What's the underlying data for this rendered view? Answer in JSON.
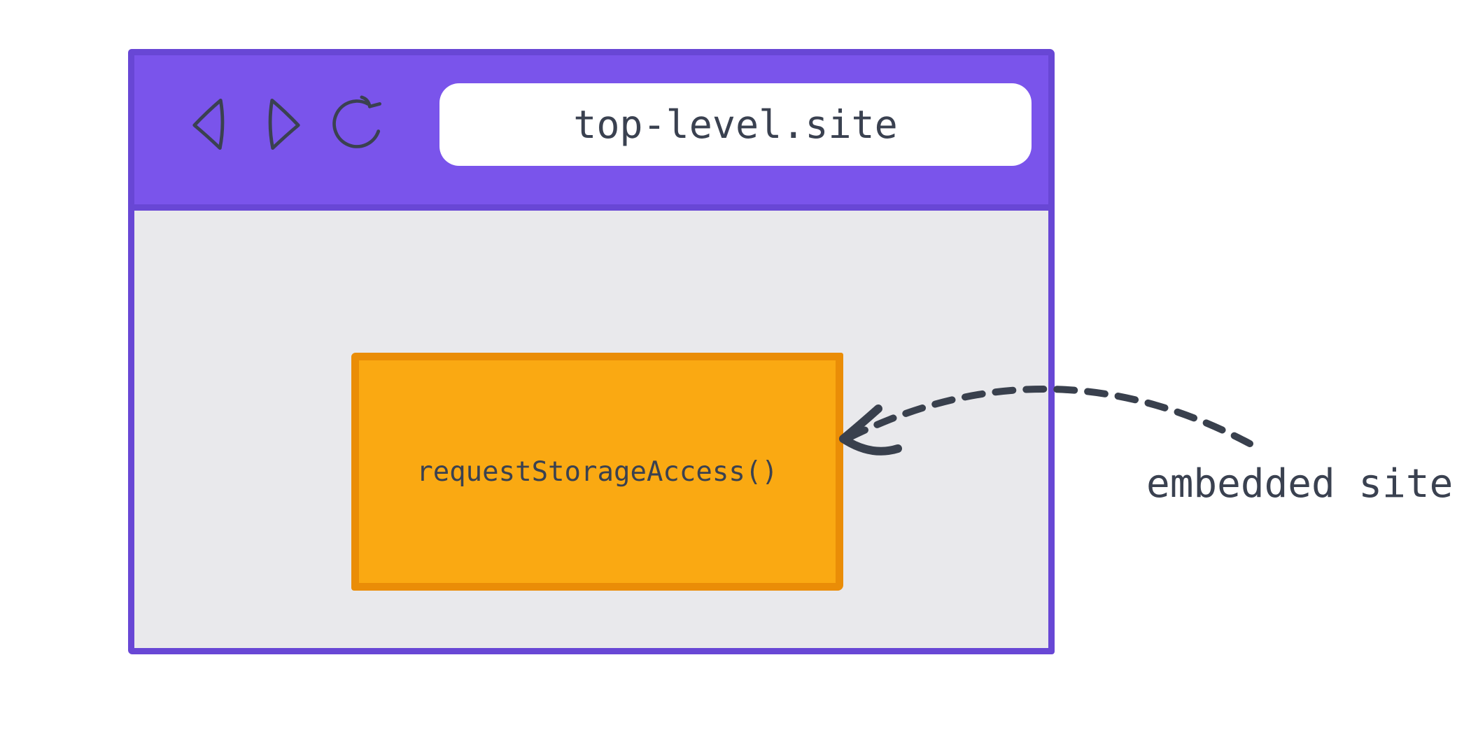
{
  "colors": {
    "toolbar-purple": "#7A54EB",
    "window-border-purple": "#6847D5",
    "content-gray": "#E9E9EC",
    "iframe-orange": "#FAA912",
    "iframe-border-orange": "#EA8D07",
    "ink": "#3A4150",
    "address-bar-bg": "#FFFFFF",
    "page-bg": "#FFFFFF"
  },
  "browser_window": {
    "toolbar": {
      "icons": [
        "back-icon",
        "forward-icon",
        "reload-icon"
      ],
      "address_bar": {
        "url": "top-level.site"
      }
    },
    "content": {
      "iframe_label": "requestStorageAccess()"
    }
  },
  "annotation": {
    "label": "embedded site",
    "arrow": "dashed-curved-arrow pointing from label to embedded iframe"
  }
}
